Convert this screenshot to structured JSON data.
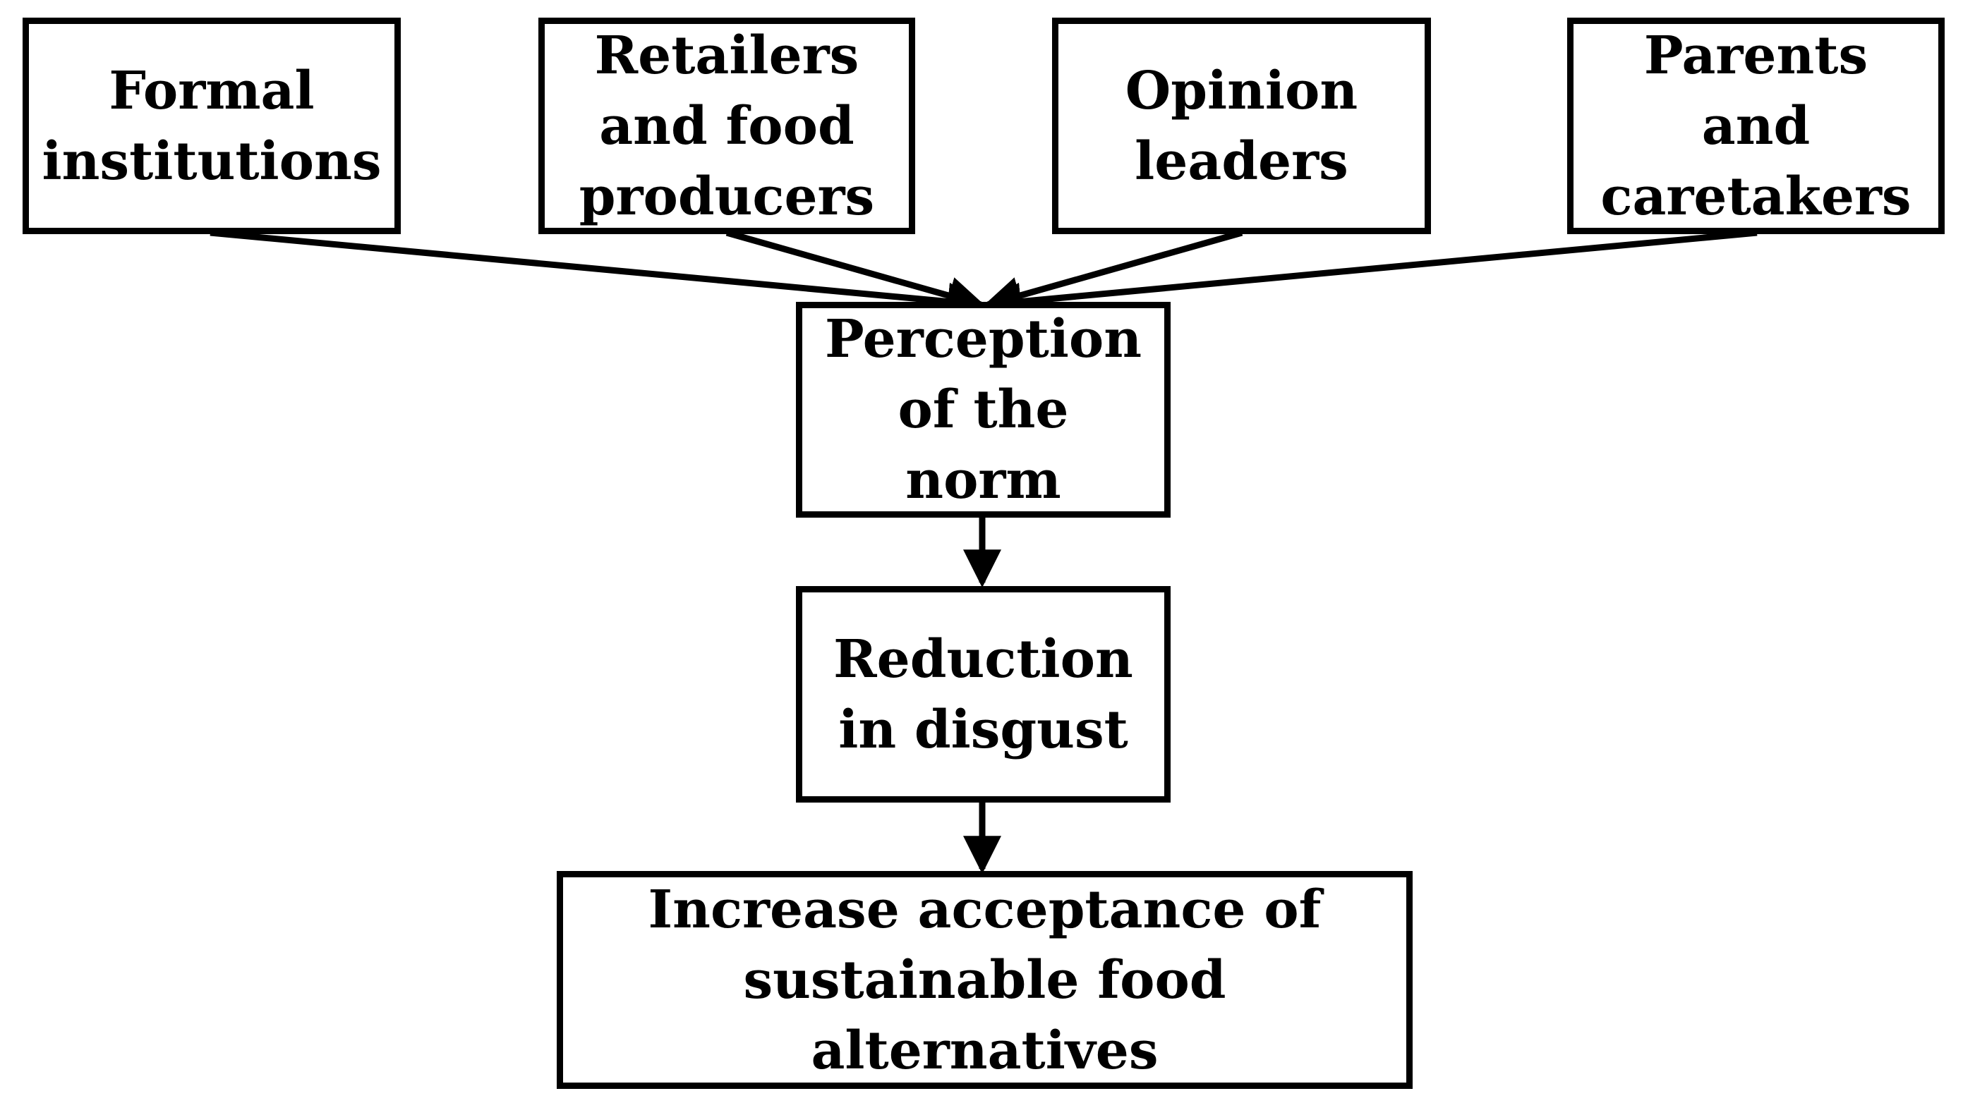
{
  "sources": [
    {
      "id": "formal-institutions",
      "label": "Formal\ninstitutions"
    },
    {
      "id": "retailers-food-producers",
      "label": "Retailers\nand food\nproducers"
    },
    {
      "id": "opinion-leaders",
      "label": "Opinion\nleaders"
    },
    {
      "id": "parents-caretakers",
      "label": "Parents\nand\ncaretakers"
    }
  ],
  "perception": {
    "label": "Perception\nof the\nnorm"
  },
  "reduction": {
    "label": "Reduction\nin disgust"
  },
  "outcome": {
    "label": "Increase acceptance of\nsustainable food alternatives"
  },
  "colors": {
    "stroke": "#000000",
    "fill": "#ffffff",
    "text": "#000000"
  }
}
